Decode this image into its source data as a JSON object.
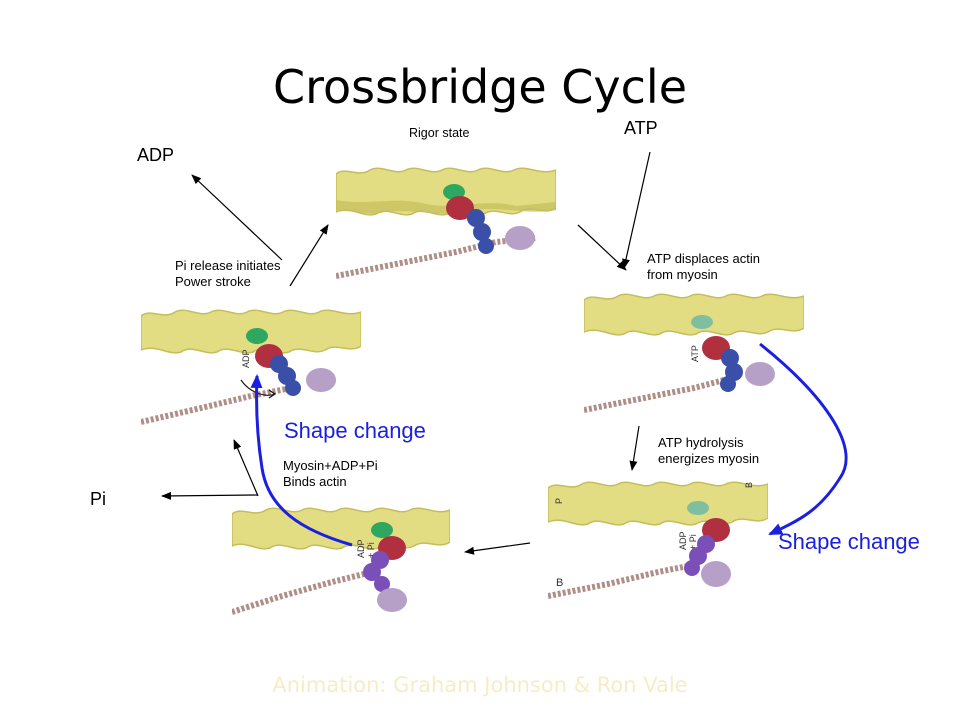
{
  "title": "Crossbridge Cycle",
  "labels": {
    "rigor_state": "Rigor state",
    "atp": "ATP",
    "adp": "ADP",
    "pi": "Pi",
    "pi_release": [
      "Pi release initiates",
      "Power stroke"
    ],
    "atp_displaces": [
      "ATP displaces actin",
      "from myosin"
    ],
    "atp_hydrolysis": [
      "ATP hydrolysis",
      "energizes myosin"
    ],
    "binds_actin": [
      "Myosin+ADP+Pi",
      "Binds actin"
    ],
    "shape_change_left": "Shape change",
    "shape_change_right": "Shape change"
  },
  "image_labels": {
    "adp": "ADP",
    "atp": "ATP",
    "adp_pi_right": [
      "ADP",
      "+ Pi"
    ],
    "adp_pi_bottom": [
      "ADP",
      "+ Pi"
    ],
    "p": "P",
    "b": "B"
  },
  "credit": "Animation: Graham Johnson & Ron Vale",
  "colors": {
    "actin": "#e2dc82",
    "actin_shadow": "#c4bd5c",
    "myosin_tail": "#b08e88",
    "head_green": "#2ea860",
    "head_red": "#b03040",
    "head_blue": "#3a4fa8",
    "head_purple": "#7a50b8",
    "head_lavender": "#b6a0c8",
    "arrow_blue": "#1a1fe0"
  }
}
